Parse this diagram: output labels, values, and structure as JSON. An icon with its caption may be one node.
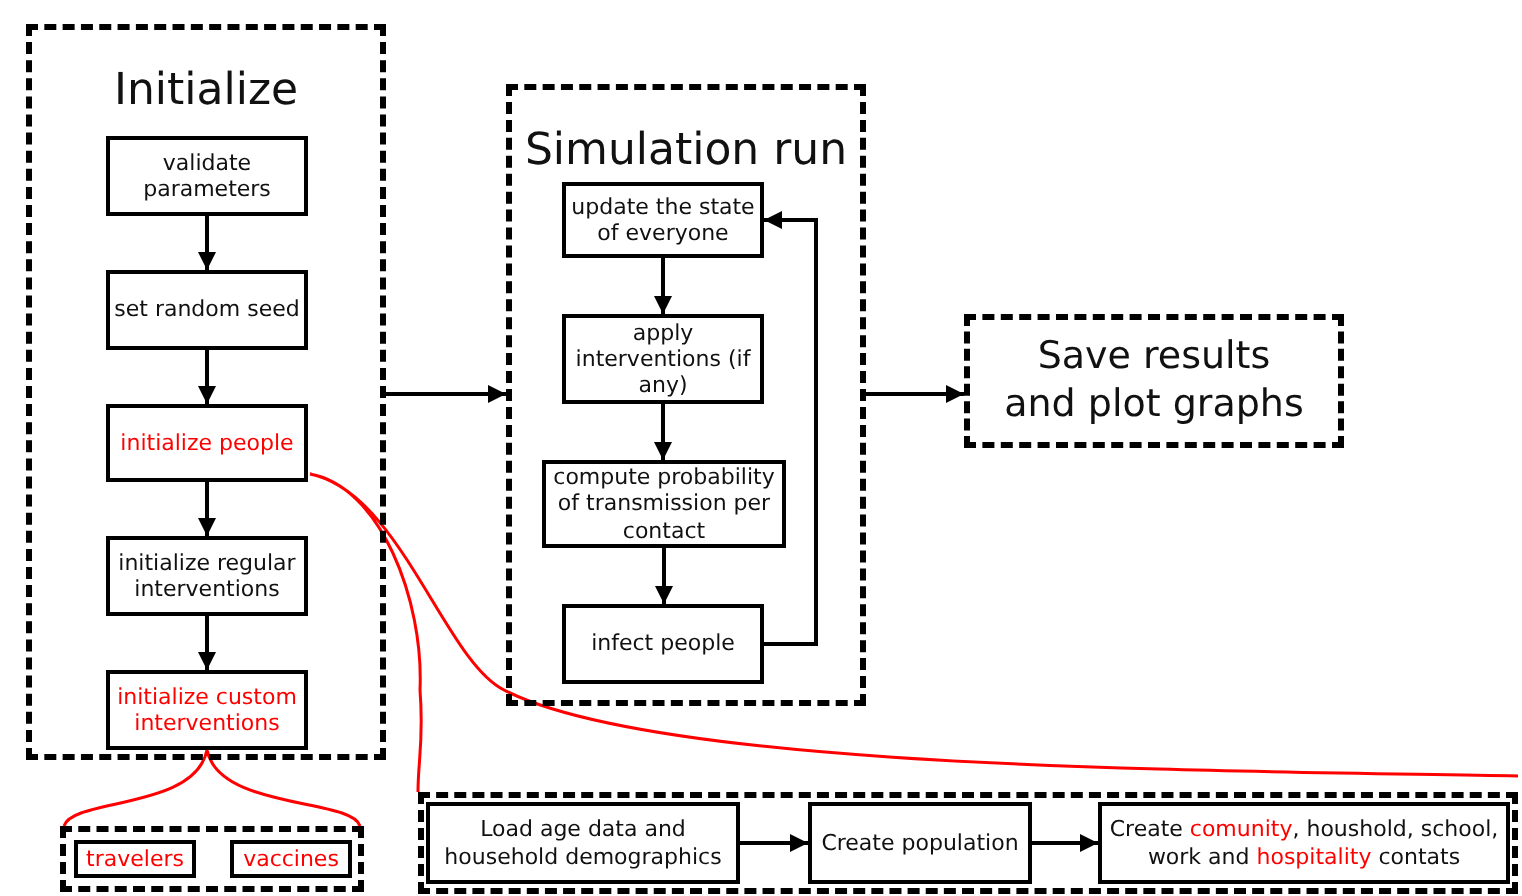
{
  "diagram": {
    "nodes": [
      {
        "text": [
          "Initialize"
        ]
      },
      {
        "text": [
          "validate parameters"
        ],
        "in": 0
      },
      {
        "text": [
          "set random seed"
        ],
        "in": 0
      },
      {
        "text": [
          "initialize people"
        ],
        "in": 0
      },
      {
        "text": [
          "initialize regular interventions"
        ],
        "in": 0
      },
      {
        "text": [
          "initialize custom interventions"
        ],
        "in": 0
      },
      {
        "text": [
          "Simulation run"
        ]
      },
      {
        "text": [
          "update the state of everyone"
        ],
        "in": 6
      },
      {
        "text": [
          "apply interventions (if any)"
        ],
        "in": 6
      },
      {
        "text": [
          "compute probability of transmission per contact"
        ],
        "in": 6
      },
      {
        "text": [
          "infect people"
        ],
        "in": 6
      },
      {
        "text": [
          "Save results and plot graphs"
        ]
      },
      {
        "text": [],
        "shape": "box"
      },
      {
        "text": [
          "travelers"
        ],
        "in": 12
      },
      {
        "text": [
          "vaccines"
        ],
        "in": 12
      },
      {
        "text": [],
        "shape": "box"
      },
      {
        "text": [
          "Load age data and household demographics"
        ],
        "in": 15
      },
      {
        "text": [
          "Create population"
        ],
        "in": 15
      },
      {
        "text": [
          "Create **comunity**, houshold, school, work and **hospitality** contats"
        ],
        "in": 15
      }
    ],
    "edges": [
      {
        "from": 1,
        "to": 2,
        "arrow": "to"
      },
      {
        "from": 2,
        "to": 3,
        "arrow": "to"
      },
      {
        "from": 3,
        "to": 4,
        "arrow": "to"
      },
      {
        "from": 4,
        "to": 5,
        "arrow": "to"
      },
      {
        "from": 0,
        "to": 6,
        "arrow": "to"
      },
      {
        "from": 7,
        "to": 8,
        "arrow": "to"
      },
      {
        "from": 8,
        "to": 9,
        "arrow": "to"
      },
      {
        "from": 9,
        "to": 10,
        "arrow": "to"
      },
      {
        "from": 10,
        "to": 7,
        "arrow": "to"
      },
      {
        "from": 6,
        "to": 11,
        "arrow": "to"
      },
      {
        "from": 16,
        "to": 17,
        "arrow": "to"
      },
      {
        "from": 17,
        "to": 18,
        "arrow": "to"
      },
      {
        "from": 5,
        "to": 12,
        "arrow": "none",
        "color": "#ff0000"
      },
      {
        "from": 3,
        "to": 15,
        "arrow": "none",
        "color": "#ff0000"
      }
    ]
  }
}
